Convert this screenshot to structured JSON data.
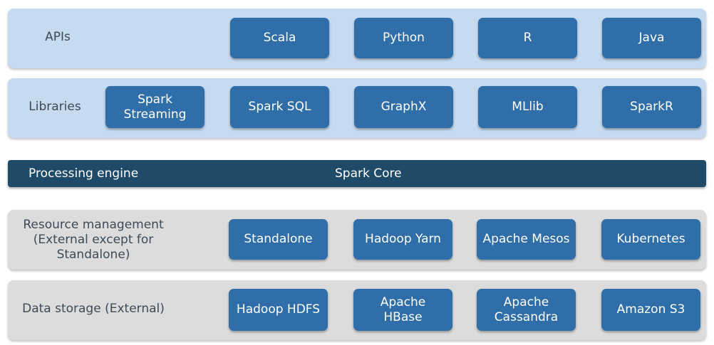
{
  "apis": {
    "label": "APIs",
    "items": [
      "Scala",
      "Python",
      "R",
      "Java"
    ]
  },
  "libraries": {
    "label": "Libraries",
    "items": [
      "Spark\nStreaming",
      "Spark SQL",
      "GraphX",
      "MLlib",
      "SparkR"
    ]
  },
  "processing": {
    "label": "Processing engine",
    "value": "Spark Core"
  },
  "resource": {
    "label": "Resource management\n(External except for\nStandalone)",
    "items": [
      "Standalone",
      "Hadoop Yarn",
      "Apache Mesos",
      "Kubernetes"
    ]
  },
  "storage": {
    "label": "Data storage (External)",
    "items": [
      "Hadoop HDFS",
      "Apache\nHBase",
      "Apache\nCassandra",
      "Amazon S3"
    ]
  },
  "colors": {
    "api_band": "#c6daf0",
    "resource_band": "#dcdcdc",
    "engine_band": "#1f4b69",
    "box": "#2f6ea8"
  }
}
